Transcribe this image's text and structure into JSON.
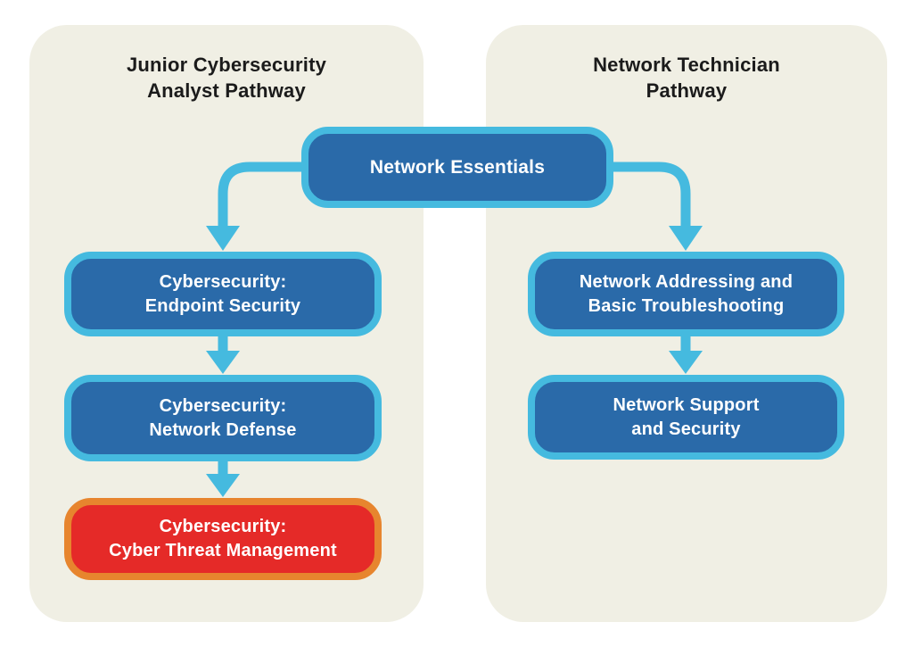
{
  "colors": {
    "page_bg": "#FFFFFF",
    "card_bg": "#F0EFE4",
    "title_text": "#1B1B1B",
    "node_text": "#FFFFFF",
    "node_blue": "#2A6AA9",
    "node_border_blue": "#45BADF",
    "connector_blue": "#45BADF",
    "node_red": "#E52A28",
    "node_border_orange": "#E7852E"
  },
  "root_node": {
    "label": "Network Essentials"
  },
  "pathways": [
    {
      "title": "Junior Cybersecurity\nAnalyst Pathway",
      "courses": [
        {
          "label": "Cybersecurity:\nEndpoint Security"
        },
        {
          "label": "Cybersecurity:\nNetwork Defense"
        },
        {
          "label": "Cybersecurity:\nCyber Threat Management",
          "highlighted": true
        }
      ]
    },
    {
      "title": "Network Technician\nPathway",
      "courses": [
        {
          "label": "Network Addressing and\nBasic Troubleshooting"
        },
        {
          "label": "Network Support\nand Security"
        }
      ]
    }
  ]
}
